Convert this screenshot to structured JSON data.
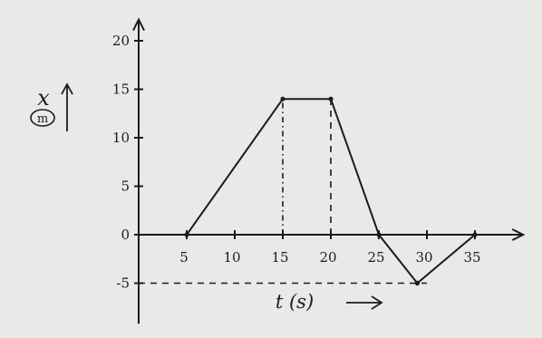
{
  "chart_data": {
    "type": "line",
    "title": "",
    "xlabel": "t (s)",
    "ylabel": "x",
    "ylabel_unit": "m",
    "xlim": [
      0,
      37
    ],
    "ylim": [
      -9,
      22
    ],
    "x_ticks": [
      {
        "value": 5,
        "label": "5"
      },
      {
        "value": 10,
        "label": "10"
      },
      {
        "value": 15,
        "label": "15"
      },
      {
        "value": 20,
        "label": "20"
      },
      {
        "value": 25,
        "label": "25"
      },
      {
        "value": 30,
        "label": "30"
      },
      {
        "value": 35,
        "label": "35"
      }
    ],
    "y_ticks": [
      {
        "value": 20,
        "label": "20"
      },
      {
        "value": 15,
        "label": "15"
      },
      {
        "value": 10,
        "label": "10"
      },
      {
        "value": 5,
        "label": "5"
      },
      {
        "value": 0,
        "label": "0"
      },
      {
        "value": -5,
        "label": "-5"
      }
    ],
    "series": [
      {
        "name": "",
        "x": [
          5,
          15,
          20,
          25,
          29,
          35
        ],
        "y": [
          0,
          14,
          14,
          0,
          -5,
          0
        ]
      }
    ],
    "reference_lines": [
      {
        "orientation": "vertical",
        "x": 15,
        "from_y": 0,
        "to_y": 14,
        "style": "dash-dot"
      },
      {
        "orientation": "vertical",
        "x": 20,
        "from_y": 0,
        "to_y": 14,
        "style": "dashed"
      },
      {
        "orientation": "horizontal",
        "y": -5,
        "from_x": 0,
        "to_x": 30,
        "style": "dashed"
      }
    ],
    "grid": false,
    "colors": {
      "ink": "#1c1c1c",
      "paper": "#e9e9e7"
    }
  }
}
